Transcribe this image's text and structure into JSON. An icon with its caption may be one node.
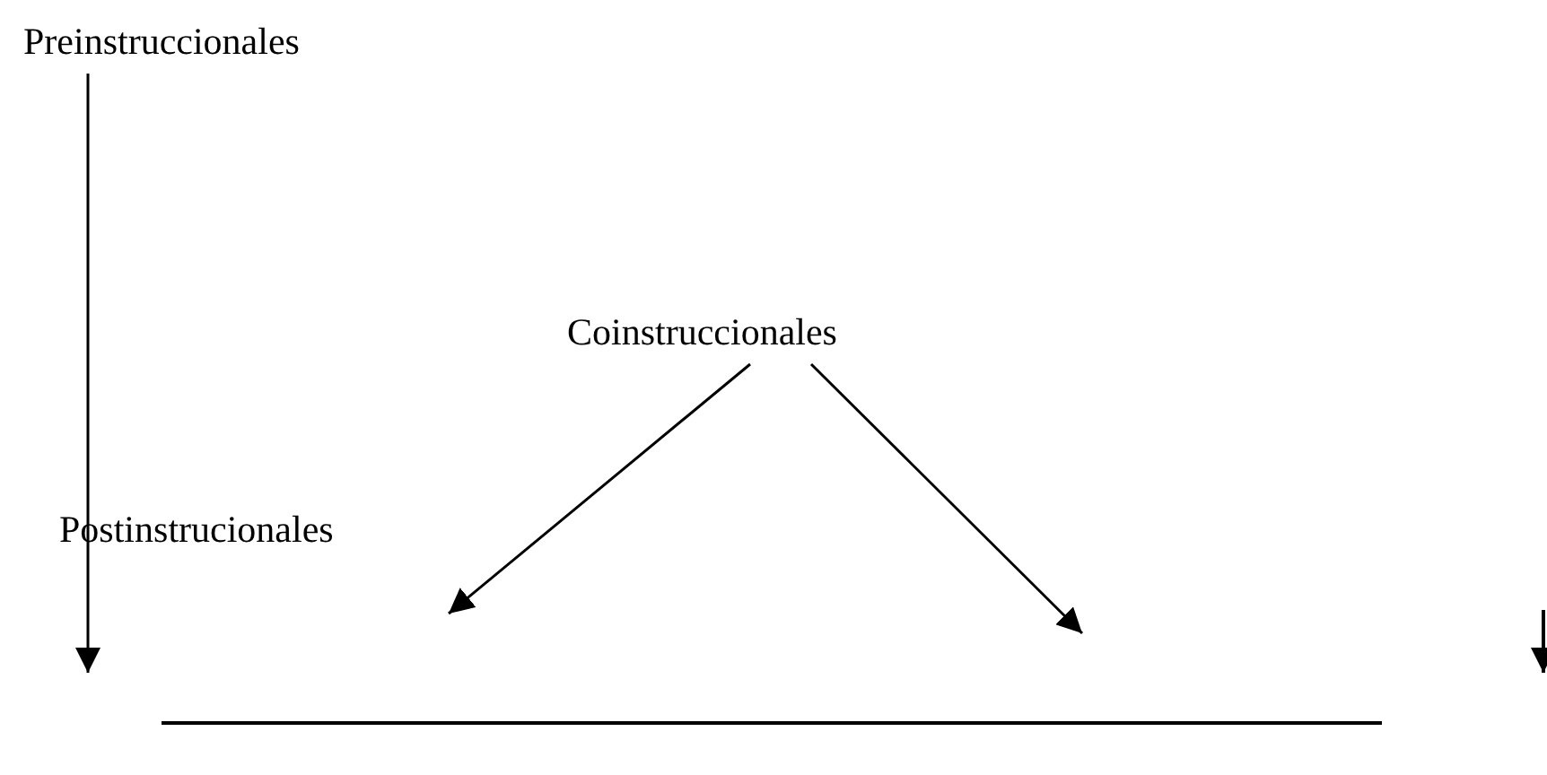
{
  "diagram": {
    "nodes": [
      {
        "text": [
          "Preinstruccionales"
        ]
      },
      {
        "text": [
          "Coinstruccionales"
        ]
      },
      {
        "text": [
          "Postinstrucionales"
        ]
      }
    ],
    "edges": [
      {
        "from": 0,
        "to": null,
        "arrow": "to"
      },
      {
        "from": 1,
        "to": null,
        "arrow": "to"
      },
      {
        "from": 1,
        "to": null,
        "arrow": "to"
      }
    ]
  }
}
